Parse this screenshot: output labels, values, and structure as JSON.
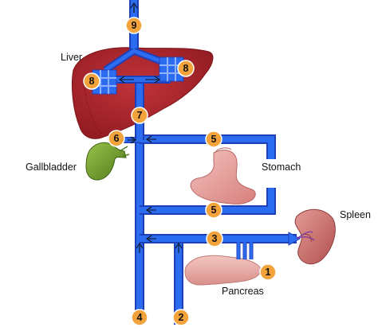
{
  "labels": {
    "liver": "Liver",
    "gallbladder": "Gallbladder",
    "stomach": "Stomach",
    "spleen": "Spleen",
    "pancreas": "Pancreas"
  },
  "markers": {
    "m1": "1",
    "m2": "2",
    "m3": "3",
    "m4": "4",
    "m5_upper": "5",
    "m5_lower": "5",
    "m6": "6",
    "m7": "7",
    "m8_left": "8",
    "m8_right": "8",
    "m9": "9"
  },
  "colors": {
    "vessel": "#2b6cf0",
    "vessel_edge": "#1f3fb8",
    "badge_fill": "#f2a33c",
    "badge_edge": "#ffffff",
    "liver": "#b5262e",
    "gallbladder": "#6f9a2a",
    "stomach": "#e8a0a0",
    "spleen": "#c96a6a",
    "pancreas": "#eaa8a4"
  }
}
